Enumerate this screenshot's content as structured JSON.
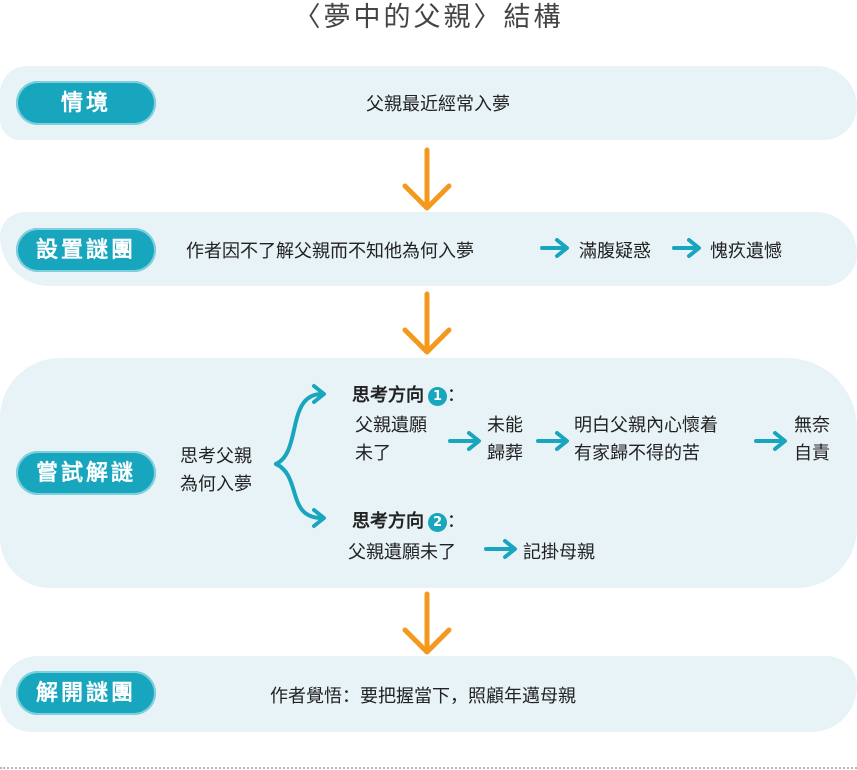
{
  "title": "〈夢中的父親〉結構",
  "sections": {
    "situation": {
      "label": "情境",
      "text": "父親最近經常入夢"
    },
    "mystery": {
      "label": "設置謎團",
      "steps": [
        "作者因不了解父親而不知他為何入夢",
        "滿腹疑惑",
        "愧疚遺憾"
      ]
    },
    "attempt": {
      "label": "嘗試解謎",
      "root_line1": "思考父親",
      "root_line2": "為何入夢",
      "direction1": {
        "heading": "思考方向",
        "number": "1",
        "colon": "：",
        "steps": [
          {
            "line1": "父親遺願",
            "line2": "未了"
          },
          {
            "line1": "未能",
            "line2": "歸葬"
          },
          {
            "line1": "明白父親內心懷着",
            "line2": "有家歸不得的苦"
          },
          {
            "line1": "無奈",
            "line2": "自責"
          }
        ]
      },
      "direction2": {
        "heading": "思考方向",
        "number": "2",
        "colon": "：",
        "steps": [
          "父親遺願未了",
          "記掛母親"
        ]
      }
    },
    "resolve": {
      "label": "解開謎團",
      "text": "作者覺悟：要把握當下，照顧年邁母親"
    }
  },
  "colors": {
    "teal": "#17a6bd",
    "orange": "#f39a1e",
    "band": "#e8f3f7"
  }
}
